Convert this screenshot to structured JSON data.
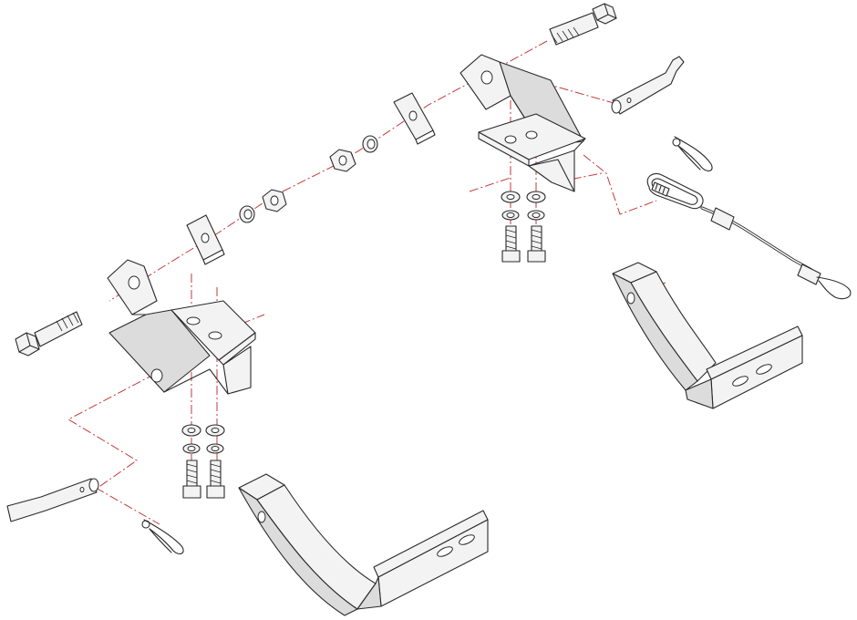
{
  "diagram": {
    "line_color": "#2a2a2a",
    "centerline_color": "#c23a3a",
    "background": "#ffffff",
    "parts": [
      "hex-bolt-left",
      "hex-bolt-right",
      "mounting-bracket-left",
      "mounting-bracket-right",
      "square-nut-plate-left",
      "square-nut-plate-right",
      "hex-nut",
      "washer",
      "carriage-bolt",
      "lock-washer",
      "hitch-pin-left",
      "hitch-pin-right",
      "hairpin-clip-left",
      "hairpin-clip-right",
      "safety-cable",
      "quick-link",
      "step-arm-left",
      "step-arm-right"
    ]
  }
}
